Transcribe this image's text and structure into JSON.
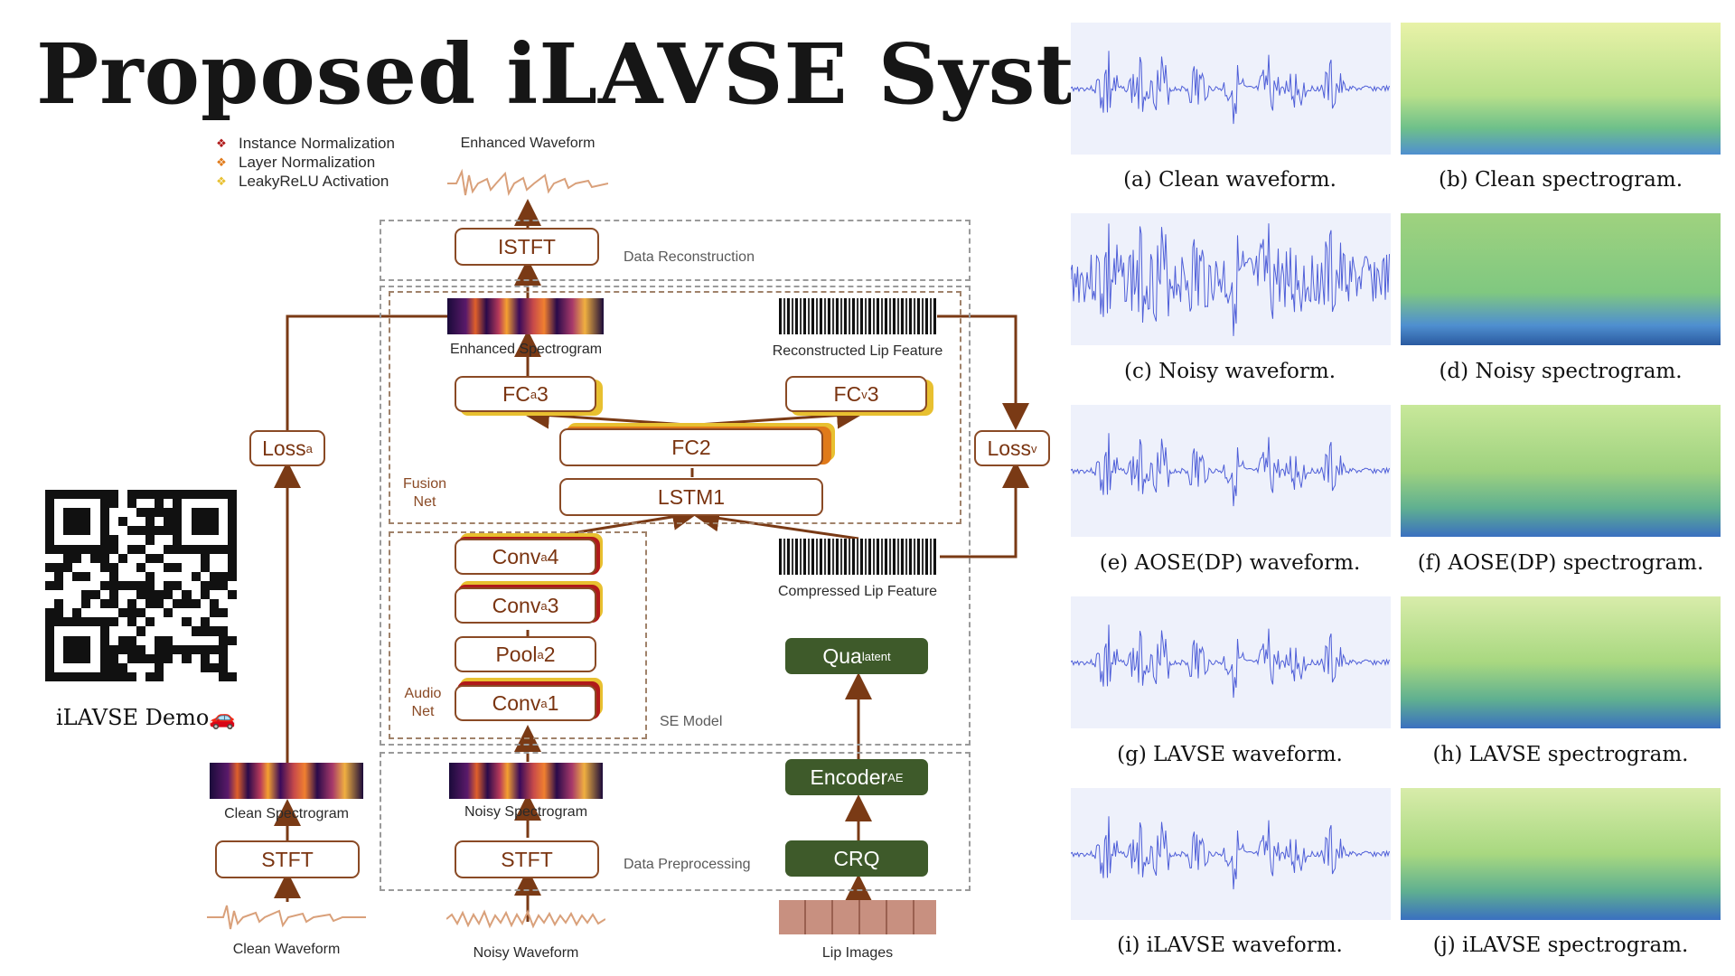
{
  "title": "Proposed iLAVSE System",
  "legend": [
    {
      "label": "Instance Normalization",
      "color": "#b01a1a"
    },
    {
      "label": "Layer Normalization",
      "color": "#e07a1a"
    },
    {
      "label": "LeakyReLU Activation",
      "color": "#e8c030"
    }
  ],
  "diagram": {
    "enhanced_waveform": "Enhanced Waveform",
    "istft": "ISTFT",
    "data_reconstruction": "Data Reconstruction",
    "enhanced_spectrogram": "Enhanced Spectrogram",
    "reconstructed_lip_feature": "Reconstructed Lip Feature",
    "fca3": "FCa3",
    "fcv3": "FCv3",
    "fc2": "FC2",
    "lstm1": "LSTM1",
    "loss_a": "Lossa",
    "loss_v": "Lossv",
    "fusion_net": "Fusion Net",
    "conva4": "Conva4",
    "conva3": "Conva3",
    "poola2": "Poola2",
    "conva1": "Conva1",
    "audio_net": "Audio Net",
    "se_model": "SE Model",
    "compressed_lip_feature": "Compressed Lip Feature",
    "qua_latent": "Qualatent",
    "encoder_ae": "EncoderAE",
    "crq": "CRQ",
    "clean_spectrogram": "Clean Spectrogram",
    "noisy_spectrogram": "Noisy Spectrogram",
    "stft": "STFT",
    "data_preprocessing": "Data Preprocessing",
    "clean_waveform": "Clean Waveform",
    "noisy_waveform": "Noisy Waveform",
    "lip_images": "Lip Images"
  },
  "demo_label": "iLAVSE Demo🚗",
  "results": [
    {
      "left": "(a) Clean waveform.",
      "right": "(b) Clean spectrogram."
    },
    {
      "left": "(c) Noisy waveform.",
      "right": "(d) Noisy spectrogram."
    },
    {
      "left": "(e) AOSE(DP) waveform.",
      "right": "(f) AOSE(DP) spectrogram."
    },
    {
      "left": "(g) LAVSE waveform.",
      "right": "(h) LAVSE spectrogram."
    },
    {
      "left": "(i) iLAVSE waveform.",
      "right": "(j) iLAVSE spectrogram."
    }
  ]
}
